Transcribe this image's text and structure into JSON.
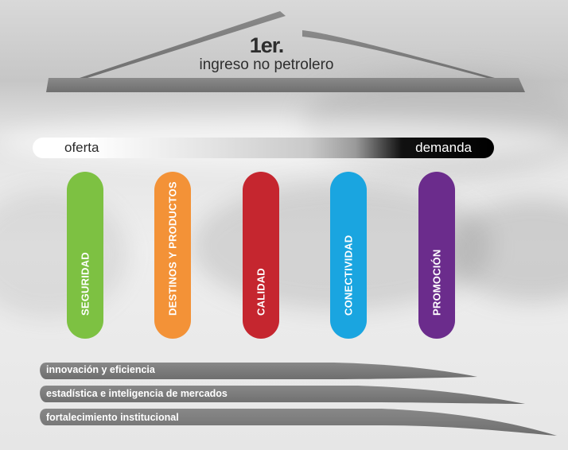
{
  "roof": {
    "heading": "1er.",
    "subtitle": "ingreso no petrolero"
  },
  "spectrum": {
    "left_label": "oferta",
    "right_label": "demanda"
  },
  "pillars": [
    {
      "label": "SEGURIDAD",
      "color": "#7dc142"
    },
    {
      "label": "DESTINOS Y PRODUCTOS",
      "color": "#f39237"
    },
    {
      "label": "CALIDAD",
      "color": "#c5262f"
    },
    {
      "label": "CONECTIVIDAD",
      "color": "#1aa5e0"
    },
    {
      "label": "PROMOCIÓN",
      "color": "#6b2c8c"
    }
  ],
  "foundation": [
    {
      "label": "innovación y eficiencia"
    },
    {
      "label": "estadística e inteligencia de mercados"
    },
    {
      "label": "fortalecimiento institucional"
    }
  ],
  "colors": {
    "roof_fill": "#7a7a7a",
    "base_fill": "#7a7a7a"
  }
}
